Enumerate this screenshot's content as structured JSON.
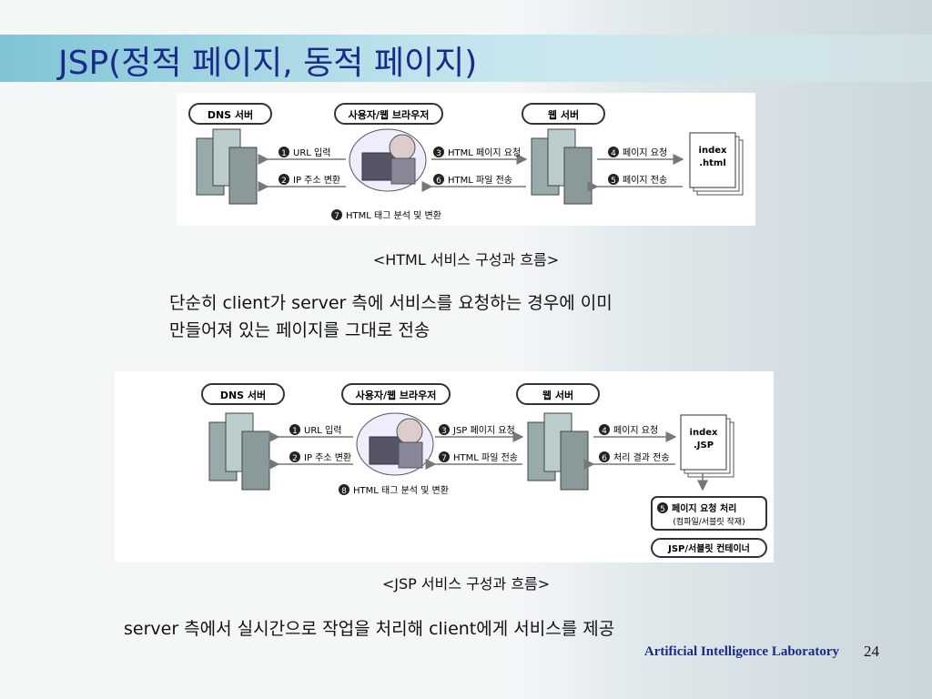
{
  "title": "JSP(정적 페이지, 동적 페이지)",
  "diagram1": {
    "dns_label": "DNS 서버",
    "user_label": "사용자/웹 브라우저",
    "web_label": "웹 서버",
    "file_lines": [
      "index",
      ".html"
    ],
    "steps": {
      "s1": "URL 입력",
      "s2": "IP 주소 변환",
      "s3": "HTML 페이지 요청",
      "s4": "페이지 요청",
      "s5": "페이지 전송",
      "s6": "HTML 파일 전송",
      "s7": "HTML 태그 분석 및 변환"
    },
    "nums": {
      "n1": "1",
      "n2": "2",
      "n3": "3",
      "n4": "4",
      "n5": "5",
      "n6": "6",
      "n7": "7"
    }
  },
  "caption1": "<HTML 서비스 구성과 흐름>",
  "text1_line1": "단순히 client가 server 측에 서비스를 요청하는 경우에 이미",
  "text1_line2": "만들어져 있는 페이지를 그대로 전송",
  "diagram2": {
    "dns_label": "DNS 서버",
    "user_label": "사용자/웹 브라우저",
    "web_label": "웹 서버",
    "file_lines": [
      "index",
      ".JSP"
    ],
    "steps": {
      "s1": "URL 입력",
      "s2": "IP 주소 변환",
      "s3": "JSP 페이지 요청",
      "s4": "페이지 요청",
      "s5a": "페이지 요청 처리",
      "s5b": "(컴파일/서블릿 작재)",
      "s6": "처리 결과 전송",
      "s7": "HTML 파일 전송",
      "s8": "HTML 태그 분석 및 변환"
    },
    "container_label": "JSP/서블릿 컨테이너",
    "nums": {
      "n1": "1",
      "n2": "2",
      "n3": "3",
      "n4": "4",
      "n5": "5",
      "n6": "6",
      "n7": "7",
      "n8": "8"
    }
  },
  "caption2": "<JSP 서비스 구성과 흐름>",
  "text2": "server 측에서 실시간으로 작업을 처리해 client에게 서비스를 제공",
  "footer": "Artificial Intelligence Laboratory",
  "page_number": "24"
}
